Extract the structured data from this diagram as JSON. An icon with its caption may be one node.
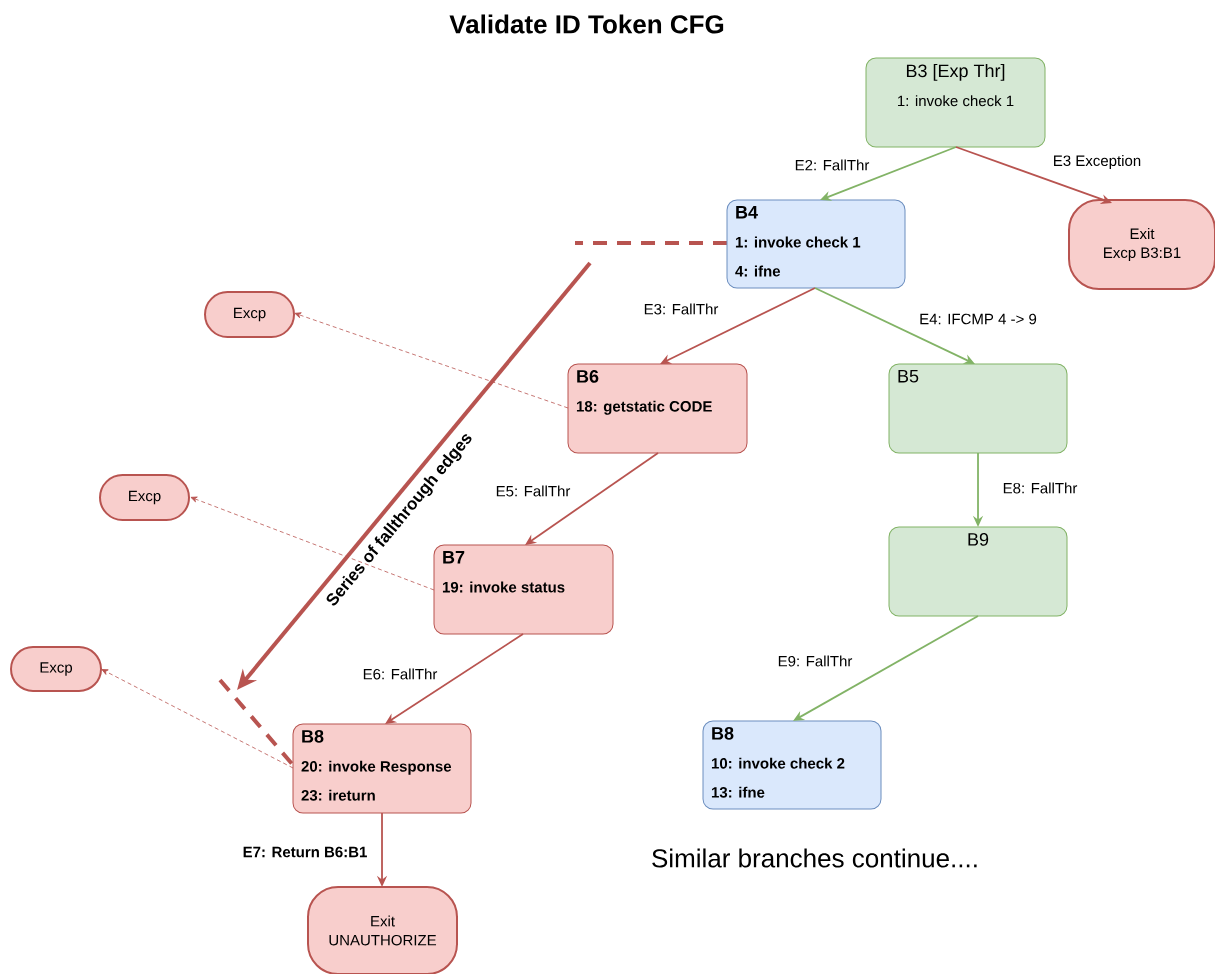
{
  "diagram": {
    "title": "Validate ID Token CFG",
    "nodes": [
      {
        "text": [
          "B3 [Exp Thr]",
          "1: invoke check 1"
        ]
      },
      {
        "text": [
          "Exit",
          "Excp B3:B1"
        ]
      },
      {
        "text": [
          "B4",
          "1: invoke check 1",
          "4: ifne"
        ]
      },
      {
        "text": [
          "Excp"
        ]
      },
      {
        "text": [
          "B6",
          "18: getstatic CODE"
        ]
      },
      {
        "text": [
          "B5"
        ]
      },
      {
        "text": [
          "Excp"
        ]
      },
      {
        "text": [
          "B7",
          "19: invoke status"
        ]
      },
      {
        "text": [
          "B9"
        ]
      },
      {
        "text": [
          "Excp"
        ]
      },
      {
        "text": [
          "B8",
          "20: invoke Response",
          "23: ireturn"
        ]
      },
      {
        "text": [
          "B8",
          "10: invoke check 2",
          "13: ifne"
        ]
      },
      {
        "text": [
          "Exit",
          "UNAUTHORIZE"
        ]
      }
    ],
    "edges": [
      {
        "from": 0,
        "to": 2,
        "arrow": "to",
        "label": "E2: FallThr",
        "color": "#82b366"
      },
      {
        "from": 0,
        "to": 1,
        "arrow": "to",
        "label": "E3 Exception"
      },
      {
        "from": 2,
        "to": 4,
        "arrow": "to",
        "label": "E3: FallThr"
      },
      {
        "from": 2,
        "to": 5,
        "arrow": "to",
        "label": "E4: IFCMP 4 -> 9",
        "color": "#82b366"
      },
      {
        "from": 4,
        "to": 3,
        "arrow": "to",
        "style": "dashed"
      },
      {
        "from": 4,
        "to": 7,
        "arrow": "to",
        "label": "E5: FallThr"
      },
      {
        "from": 7,
        "to": 6,
        "arrow": "to",
        "style": "dashed"
      },
      {
        "from": 7,
        "to": 10,
        "arrow": "to",
        "label": "E6: FallThr"
      },
      {
        "from": 10,
        "to": 9,
        "arrow": "to",
        "style": "dashed"
      },
      {
        "from": 5,
        "to": 8,
        "arrow": "to",
        "label": "E8: FallThr",
        "color": "#82b366"
      },
      {
        "from": 8,
        "to": 11,
        "arrow": "to",
        "label": "E9: FallThr",
        "color": "#82b366"
      },
      {
        "from": 10,
        "to": 12,
        "arrow": "to",
        "label": "E7: Return B6:B1"
      }
    ],
    "labels": [
      "Series of fallthrough edges",
      "Similar branches continue...."
    ]
  }
}
